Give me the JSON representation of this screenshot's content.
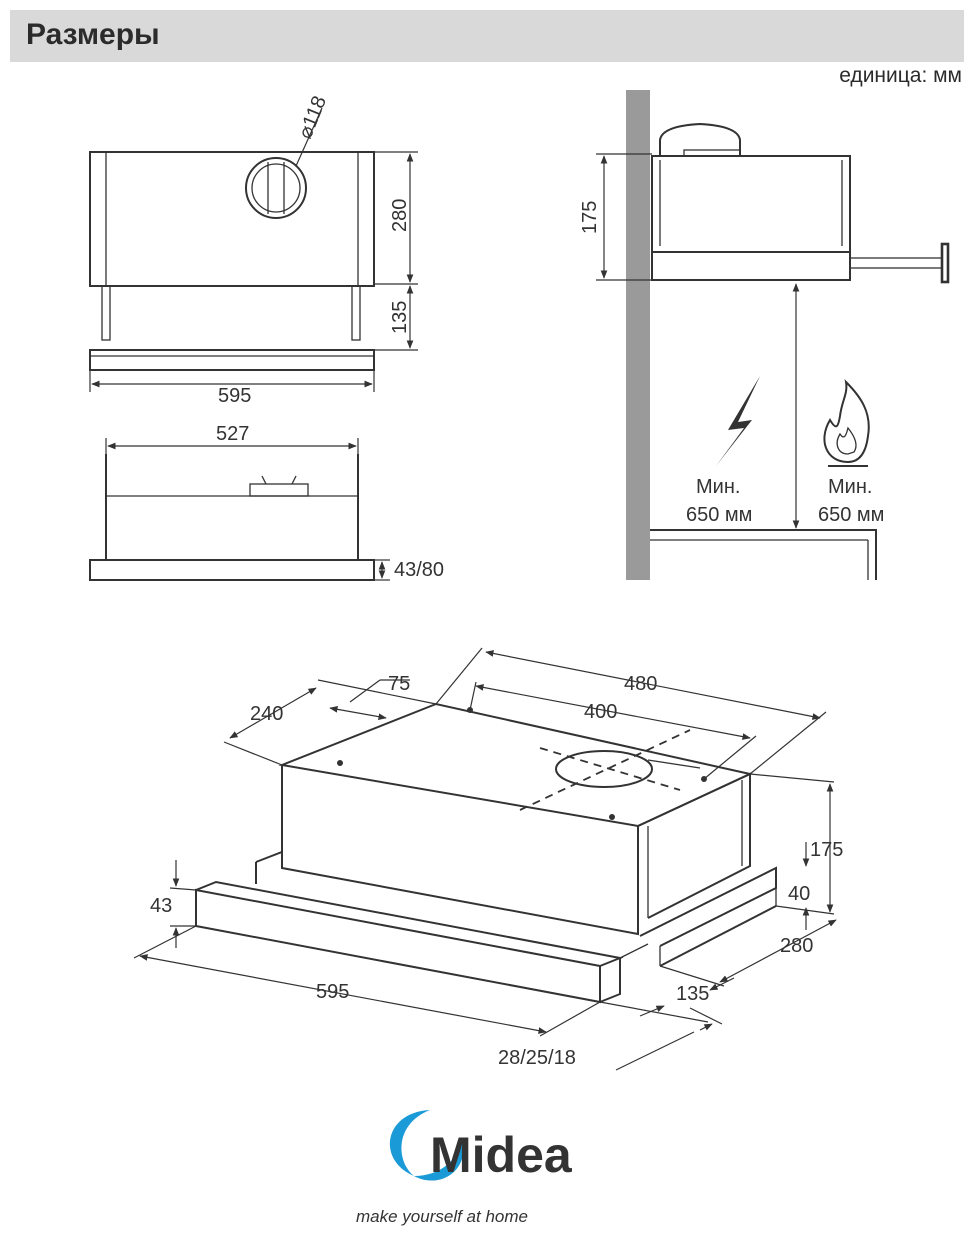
{
  "header": {
    "title": "Размеры",
    "unit": "единица: мм"
  },
  "front_view": {
    "diameter": "⌀118",
    "height_body": "280",
    "height_lower": "135",
    "width": "595"
  },
  "top_view": {
    "width": "527",
    "depth": "43/80"
  },
  "side_view": {
    "height": "175",
    "clearance_electric": {
      "line1": "Мин.",
      "line2": "650 мм",
      "icon": "lightning-icon"
    },
    "clearance_gas": {
      "line1": "Мин.",
      "line2": "650 мм",
      "icon": "flame-icon"
    }
  },
  "iso_view": {
    "d480": "480",
    "d400": "400",
    "d75": "75",
    "d240": "240",
    "d175": "175",
    "d40": "40",
    "d280": "280",
    "d43": "43",
    "d595": "595",
    "d135": "135",
    "d282518": "28/25/18"
  },
  "brand": {
    "name": "Midea",
    "slogan": "make yourself at home",
    "color": "#1a9ad6"
  }
}
